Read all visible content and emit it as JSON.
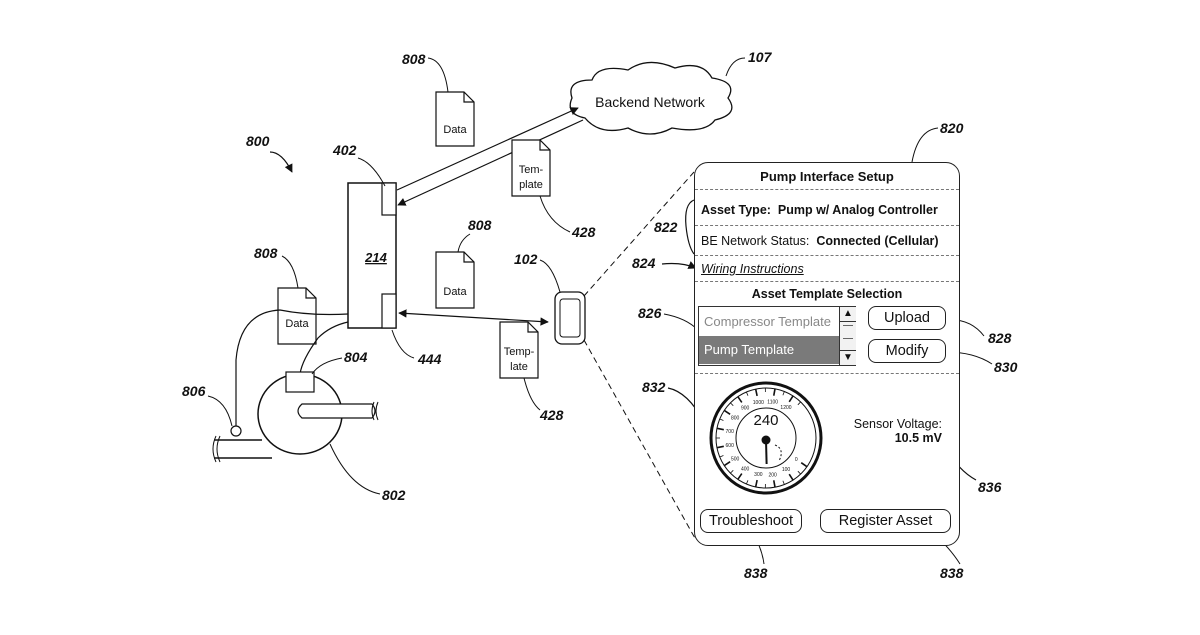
{
  "labels": {
    "fig": "800",
    "backend_ref": "107",
    "backend": "Backend Network",
    "gateway_ref": "402",
    "gateway": "214",
    "port_ref": "444",
    "device_ref": "102",
    "data_ref": "808",
    "template_ref": "428",
    "data_doc": "Data",
    "template_doc": [
      "Tem-",
      "plate"
    ],
    "template_doc_b": [
      "Temp-",
      "late"
    ],
    "pump_ref": "802",
    "controller_ref": "804",
    "sensor_ref": "806",
    "panel_ref": "820",
    "status_ref": "822",
    "wiring_ref": "824",
    "list_ref": "826",
    "upload_ref": "828",
    "modify_ref": "830",
    "gauge_ref": "832",
    "voltage_ref": "836",
    "buttons_ref": "838"
  },
  "panel": {
    "title": "Pump Interface Setup",
    "asset_type_label": "Asset Type:",
    "asset_type_value": "Pump w/ Analog Controller",
    "network_label": "BE Network Status:",
    "network_value": "Connected (Cellular)",
    "wiring_link": "Wiring Instructions",
    "template_heading": "Asset Template Selection",
    "templates": [
      "Compressor Template",
      "Pump Template"
    ],
    "selected_template": "Pump Template",
    "upload": "Upload",
    "modify": "Modify",
    "gauge_value": "240",
    "gauge_min": 0,
    "gauge_max": 1300,
    "gauge_ticks": [
      "0",
      "100",
      "200",
      "300",
      "400",
      "500",
      "600",
      "700",
      "800",
      "900",
      "1000",
      "1100",
      "1200"
    ],
    "sensor_label": "Sensor Voltage:",
    "sensor_value": "10.5 mV",
    "troubleshoot": "Troubleshoot",
    "register": "Register Asset"
  },
  "colors": {
    "ink": "#111111",
    "selected": "#7a7a7a"
  }
}
